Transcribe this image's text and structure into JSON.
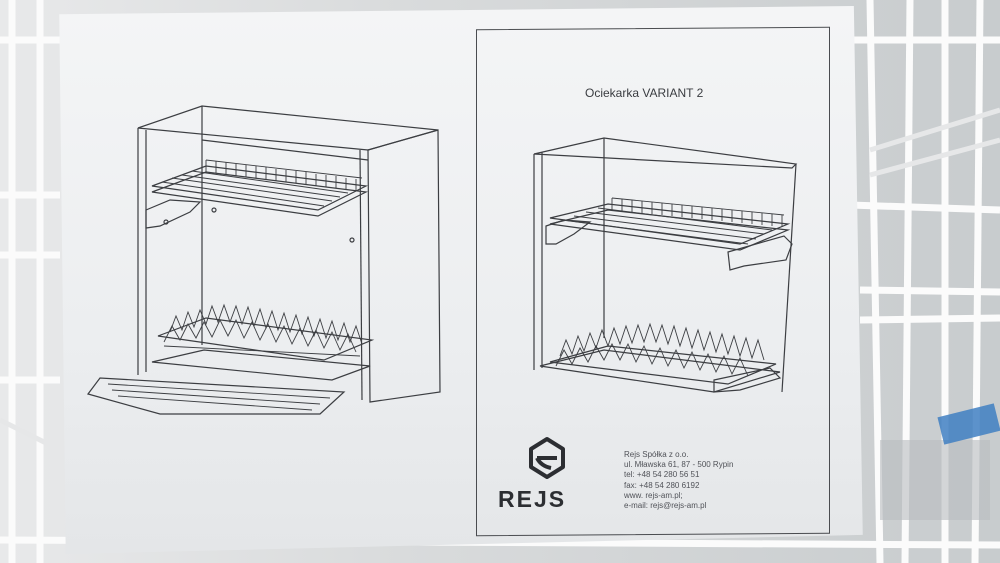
{
  "document": {
    "title": "Ociekarka VARIANT 2",
    "logo_text": "REJS",
    "company_lines": [
      "Rejs Spółka z o.o.",
      "ul. Mławska 61, 87 - 500 Rypin",
      "tel: +48 54 280 56 51",
      "fax: +48 54 280 6192",
      "www. rejs-am.pl;",
      "e-mail: rejs@rejs-am.pl"
    ]
  },
  "colors": {
    "paper": "#eef0f2",
    "ink": "#3a3c40",
    "wire_rack": "#ffffff",
    "tape": "#3f7fc2"
  }
}
